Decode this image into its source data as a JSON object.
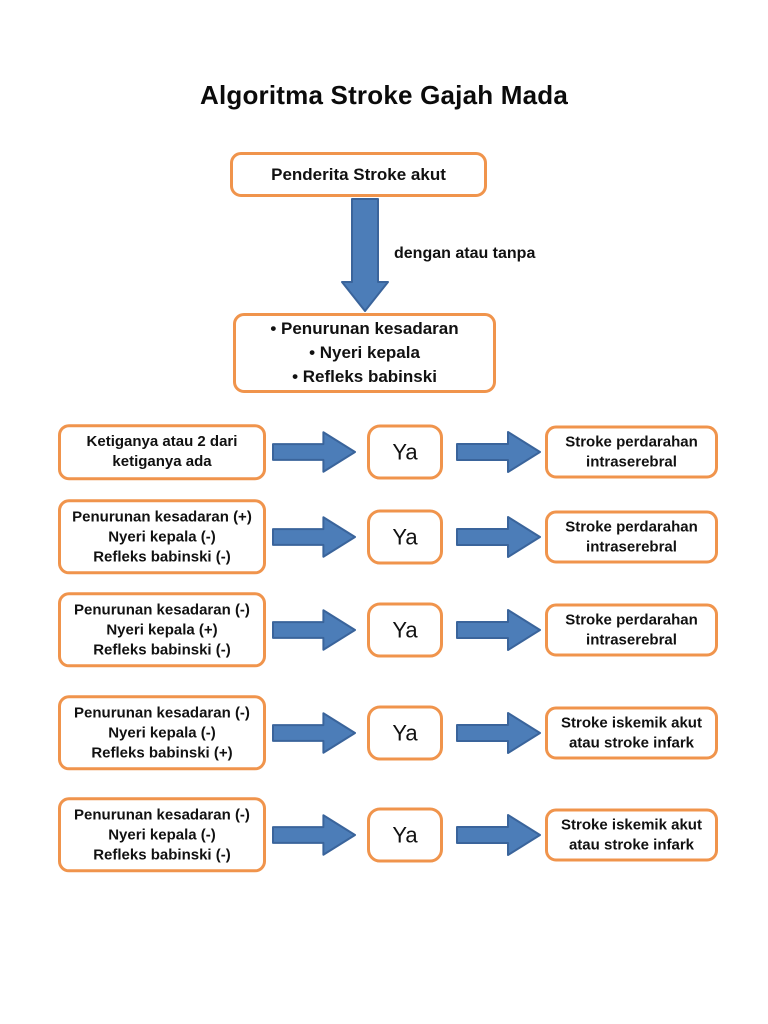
{
  "title": "Algoritma Stroke Gajah Mada",
  "colors": {
    "box_border_orange": "#F0944C",
    "arrow_fill_blue": "#4C7DB8",
    "arrow_stroke_blue": "#3A649B",
    "page_background": "#ffffff"
  },
  "flow": {
    "start_box": "Penderita Stroke akut",
    "connector_label": "dengan atau tanpa",
    "criteria_box_lines": [
      "• Penurunan kesadaran",
      "• Nyeri kepala",
      "• Refleks babinski"
    ],
    "rows": [
      {
        "condition_lines": [
          "Ketiganya atau 2 dari",
          "ketiganya ada"
        ],
        "answer": "Ya",
        "result": "Stroke perdarahan intraserebral"
      },
      {
        "condition_lines": [
          "Penurunan kesadaran (+)",
          "Nyeri kepala (-)",
          "Refleks babinski (-)"
        ],
        "answer": "Ya",
        "result": "Stroke perdarahan intraserebral"
      },
      {
        "condition_lines": [
          "Penurunan kesadaran (-)",
          "Nyeri kepala (+)",
          "Refleks babinski (-)"
        ],
        "answer": "Ya",
        "result": "Stroke perdarahan intraserebral"
      },
      {
        "condition_lines": [
          "Penurunan kesadaran (-)",
          "Nyeri kepala (-)",
          "Refleks babinski (+)"
        ],
        "answer": "Ya",
        "result": "Stroke iskemik akut atau stroke infark"
      },
      {
        "condition_lines": [
          "Penurunan kesadaran (-)",
          "Nyeri kepala (-)",
          "Refleks babinski (-)"
        ],
        "answer": "Ya",
        "result": "Stroke iskemik akut atau stroke infark"
      }
    ]
  }
}
